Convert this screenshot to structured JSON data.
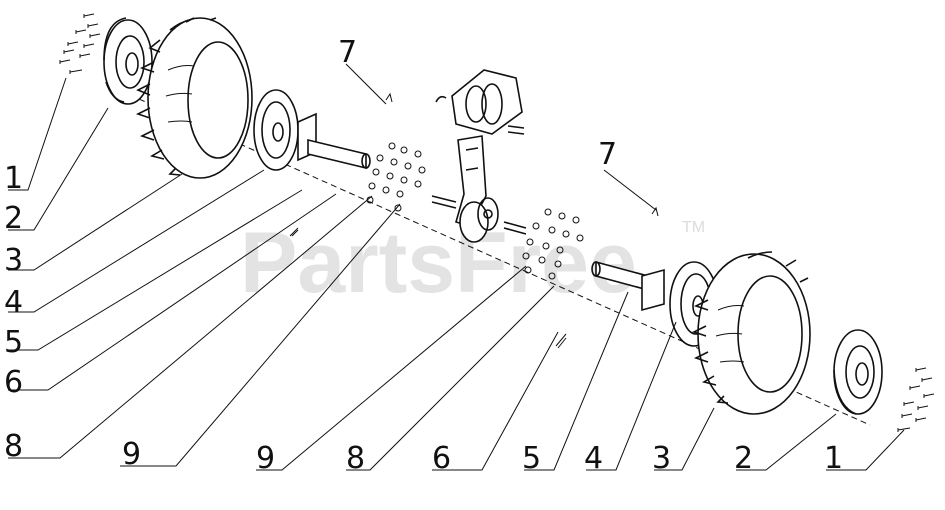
{
  "watermark": {
    "text": "PartsFree",
    "trademark": "TM"
  },
  "callouts": {
    "left": [
      "1",
      "2",
      "3",
      "4",
      "5",
      "6",
      "8",
      "9"
    ],
    "right": [
      "9",
      "8",
      "6",
      "5",
      "4",
      "3",
      "2",
      "1"
    ],
    "top_left": "7",
    "top_right": "7"
  },
  "colors": {
    "ink": "#111111",
    "watermark": "#e3e3e3",
    "background": "#ffffff"
  }
}
